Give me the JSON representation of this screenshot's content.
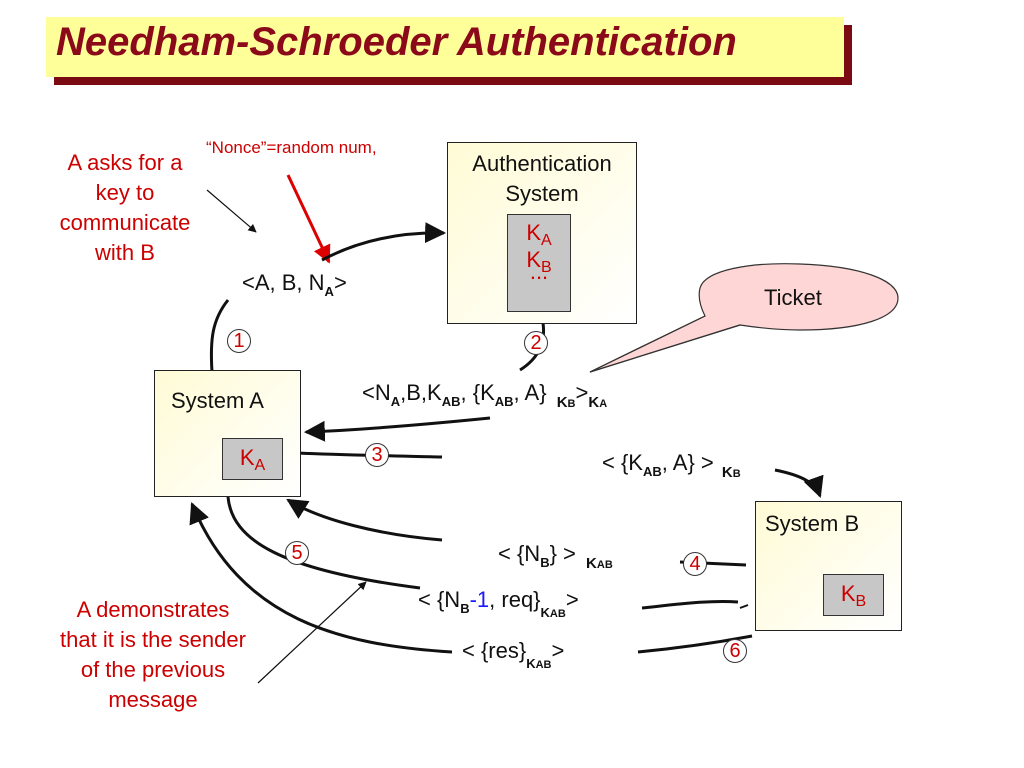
{
  "title": "Needham-Schroeder Authentication",
  "callouts": {
    "a_asks": [
      "A asks for a",
      "key to",
      "communicate",
      "with B"
    ],
    "nonce": "“Nonce”=random num,",
    "a_demonstrates": [
      "A demonstrates",
      "that it is the sender",
      "of the previous",
      "message"
    ],
    "ticket": "Ticket"
  },
  "boxes": {
    "auth_system": [
      "Authentication",
      "System"
    ],
    "auth_keys": {
      "k": "K",
      "a": "A",
      "b": "B",
      "dots": "..."
    },
    "system_a": "System A",
    "system_a_key": {
      "k": "K",
      "sub": "A"
    },
    "system_b": "System B",
    "system_b_key": {
      "k": "K",
      "sub": "B"
    }
  },
  "step_numbers": [
    "1",
    "2",
    "3",
    "4",
    "5",
    "6"
  ],
  "messages": {
    "m1": {
      "pre": "<A, B, N",
      "sub": "A",
      "post": ">"
    },
    "m2": {
      "p1": "<N",
      "s1": "A",
      "p2": ",B,K",
      "s2": "AB",
      "p3": ", {K",
      "s3": "AB",
      "p4": ", A}",
      "s4": "K",
      "s4b": "B",
      "p5": ">",
      "s5": "K",
      "s5b": "A"
    },
    "m3": {
      "p1": "< {K",
      "s1": "AB",
      "p2": ", A}  >",
      "s2": "K",
      "s2b": "B"
    },
    "m4": {
      "p1": "< {N",
      "s1": "B",
      "p2": "} >",
      "s2": "K",
      "s2b": "AB"
    },
    "m5": {
      "p1": "< {N",
      "s1": "B",
      "p2": "-1",
      "p3": ", req}",
      "s2": "K",
      "s2b": "AB",
      "p4": ">"
    },
    "m6": {
      "p1": "< {res}",
      "s2": "K",
      "s2b": "AB",
      "p4": ">"
    }
  },
  "colors": {
    "title": "#8b0a1a",
    "title_bg": "#ffff99",
    "accent_red": "#cc0000",
    "nonce_arrow": "#dd0000",
    "blue": "#1a1aff"
  }
}
